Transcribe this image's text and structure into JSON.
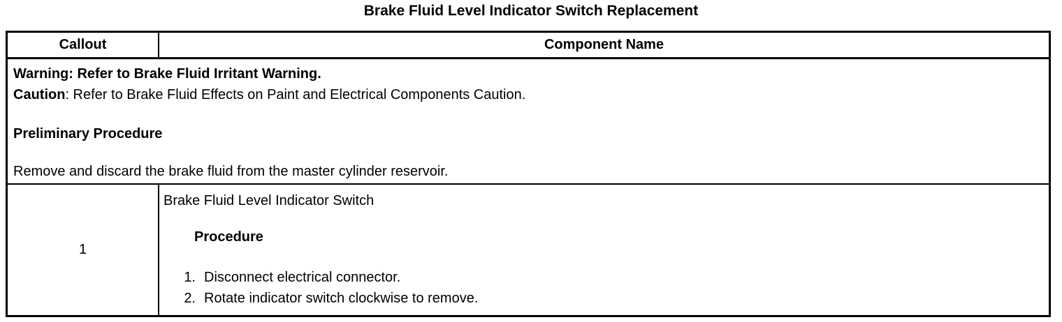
{
  "page": {
    "title": "Brake Fluid Level Indicator Switch Replacement"
  },
  "table": {
    "header": {
      "callout": "Callout",
      "component_name": "Component Name"
    },
    "notes": {
      "warning_line": "Warning: Refer to Brake Fluid Irritant Warning.",
      "caution_label": "Caution",
      "caution_text": ": Refer to Brake Fluid Effects on Paint and Electrical Components Caution.",
      "preliminary_heading": "Preliminary Procedure",
      "preliminary_text": "Remove and discard the brake fluid from the master cylinder reservoir."
    },
    "rows": [
      {
        "callout": "1",
        "component": "Brake Fluid Level Indicator Switch",
        "procedure_heading": "Procedure",
        "steps": [
          {
            "num": "1.",
            "text": "Disconnect electrical connector."
          },
          {
            "num": "2.",
            "text": "Rotate indicator switch clockwise to remove."
          }
        ]
      }
    ]
  },
  "colors": {
    "text": "#000000",
    "border": "#000000",
    "background": "#ffffff"
  }
}
